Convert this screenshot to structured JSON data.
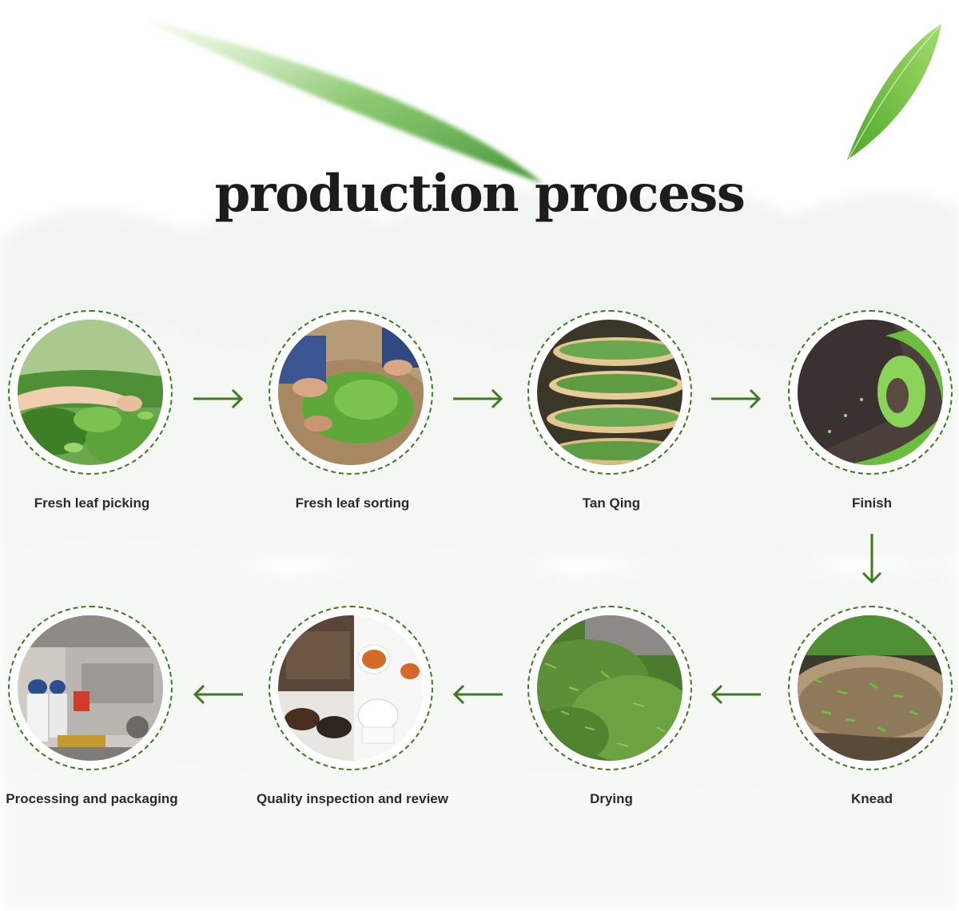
{
  "title": "production process",
  "accent_color": "#3e7a1f",
  "steps": [
    {
      "label": "Fresh leaf picking",
      "image": "hand-picking-tea-leaves-photo"
    },
    {
      "label": "Fresh leaf sorting",
      "image": "sorting-leaves-on-bamboo-tray-photo"
    },
    {
      "label": "Tan Qing",
      "image": "bamboo-drying-racks-photo"
    },
    {
      "label": "Finish",
      "image": "roasting-drum-photo"
    },
    {
      "label": "Knead",
      "image": "kneading-tea-photo"
    },
    {
      "label": "Drying",
      "image": "dried-tea-leaves-photo"
    },
    {
      "label": "Quality inspection and review",
      "image": "tea-tasting-cups-photo"
    },
    {
      "label": "Processing and packaging",
      "image": "packaging-factory-photo"
    }
  ],
  "arrows": [
    "arrow-right-icon",
    "arrow-right-icon",
    "arrow-right-icon",
    "arrow-down-icon",
    "arrow-left-icon",
    "arrow-left-icon",
    "arrow-left-icon"
  ]
}
